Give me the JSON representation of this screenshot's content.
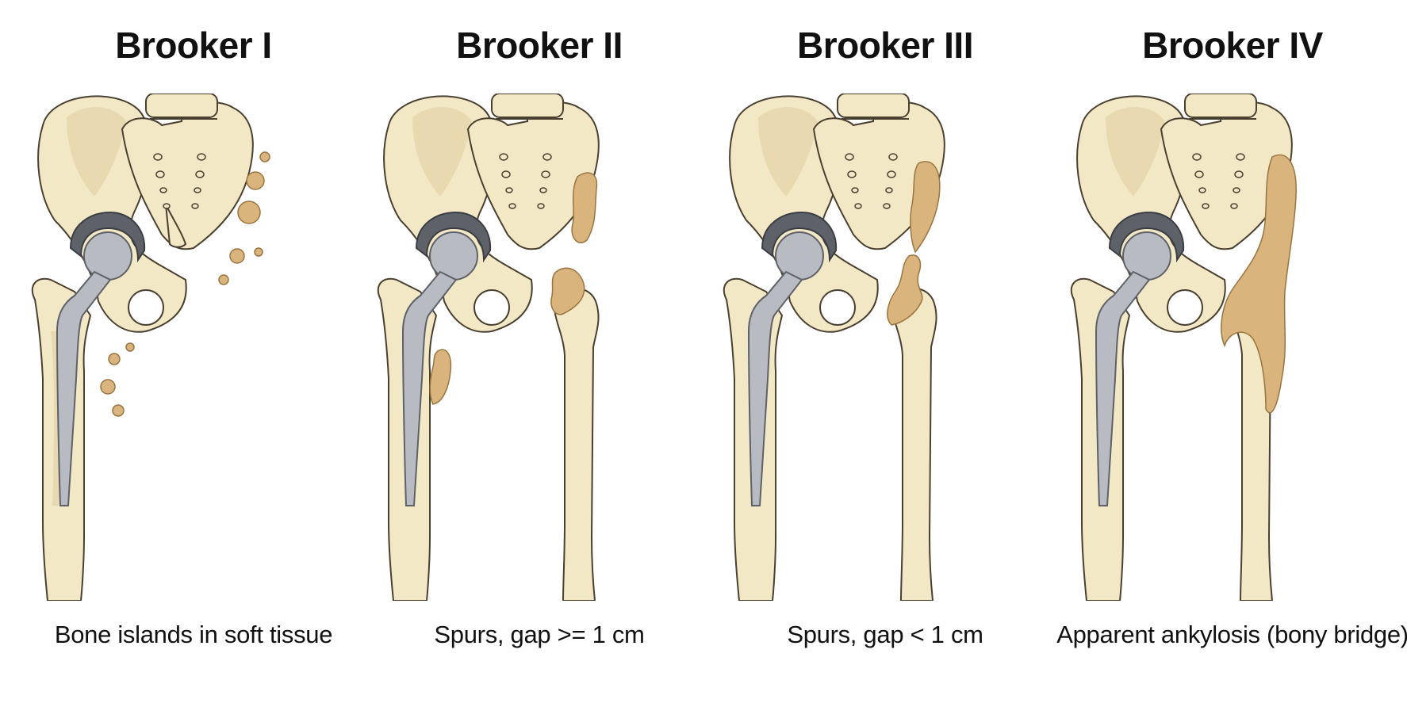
{
  "panels": [
    {
      "title": "Brooker I",
      "caption": "Bone islands in soft tissue",
      "ho_stage": "islands"
    },
    {
      "title": "Brooker II",
      "caption": "Spurs, gap >= 1 cm",
      "ho_stage": "spurs-wide-gap"
    },
    {
      "title": "Brooker III",
      "caption": "Spurs, gap < 1 cm",
      "ho_stage": "spurs-narrow-gap"
    },
    {
      "title": "Brooker IV",
      "caption": "Apparent ankylosis (bony bridge)",
      "ho_stage": "bony-bridge"
    }
  ],
  "colors": {
    "bone": "#f3e8c6",
    "bone_outline": "#4a4030",
    "bone_shade": "#e2d3a6",
    "metal": "#b8bcc2",
    "metal_dark": "#5e6268",
    "ossification": "#d9b47c",
    "ossification_outline": "#9a7440"
  }
}
